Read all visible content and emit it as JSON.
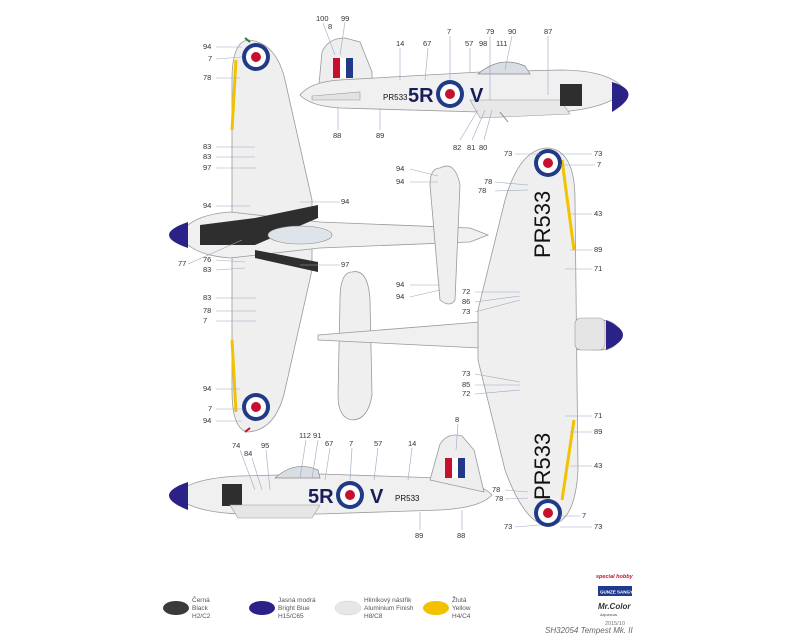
{
  "aircraft": {
    "side_code": [
      "5R",
      "V"
    ],
    "serial": "PR533",
    "serial_vertical": "PR533"
  },
  "callouts": {
    "top_side": [
      "100",
      "8",
      "99",
      "14",
      "67",
      "7",
      "57",
      "98",
      "79",
      "90",
      "111",
      "87",
      "88",
      "89",
      "82",
      "81",
      "80"
    ],
    "upper_wing_left": [
      "94",
      "7",
      "78",
      "83",
      "83",
      "97",
      "94",
      "77",
      "94",
      "76",
      "97",
      "83",
      "83",
      "78",
      "7",
      "94"
    ],
    "upper_center": [
      "94",
      "94",
      "94",
      "94",
      "94"
    ],
    "under_wing": [
      "73",
      "73",
      "7",
      "78",
      "78",
      "43",
      "89",
      "71",
      "72",
      "86",
      "73",
      "73",
      "85",
      "72",
      "71",
      "89",
      "43",
      "78",
      "78",
      "73",
      "7",
      "73"
    ],
    "bottom_side": [
      "74",
      "84",
      "95",
      "112",
      "91",
      "67",
      "7",
      "57",
      "14",
      "8",
      "89",
      "88"
    ]
  },
  "legend": [
    {
      "cz": "Černá",
      "en": "Black",
      "code": "H2/C2",
      "color": "#3a3a3a"
    },
    {
      "cz": "Jasná modrá",
      "en": "Bright Blue",
      "code": "H15/C65",
      "color": "#2b2288"
    },
    {
      "cz": "Hliníkový nástřik",
      "en": "Aluminium Finish",
      "code": "H8/C8",
      "color": "#e6e6e6"
    },
    {
      "cz": "Žlutá",
      "en": "Yellow",
      "code": "H4/C4",
      "color": "#f2c200"
    }
  ],
  "footer": {
    "title": "SH32054 Tempest Mk. II",
    "date": "2015/10"
  },
  "logos": {
    "special_hobby": "special hobby",
    "gunze": "GUNZE SANGYO",
    "mr_color": "Mr.Color",
    "aqueous": "Aqueous"
  },
  "colors": {
    "fuselage": "#f0f0f0",
    "blue": "#2b2288",
    "black": "#2e2e2e",
    "yellow": "#f2c200",
    "roundel_red": "#c8102e",
    "roundel_blue": "#203a87"
  }
}
